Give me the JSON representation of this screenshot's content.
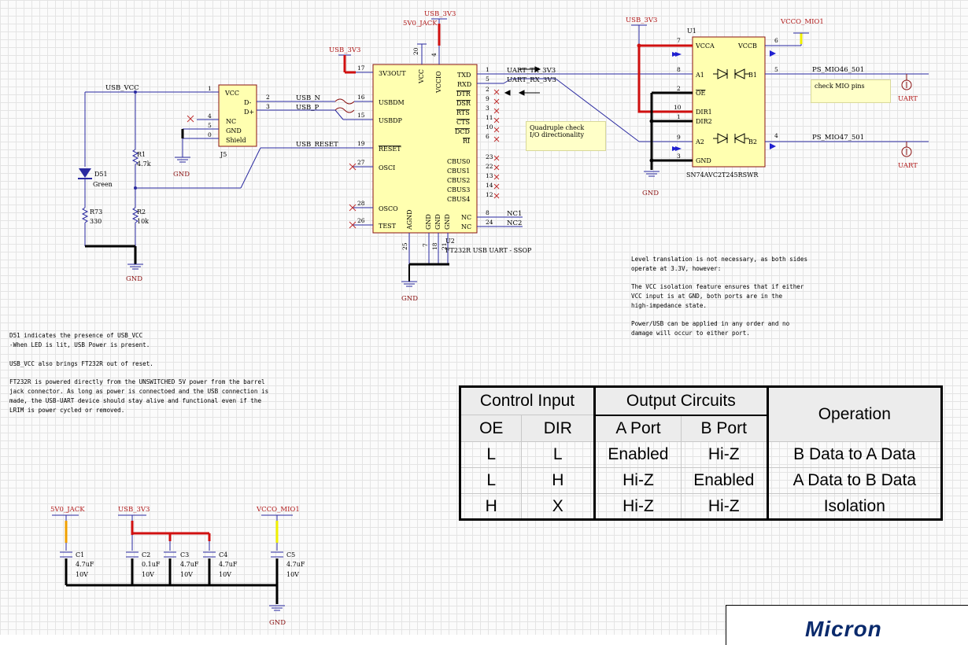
{
  "nets": {
    "usb_3v3": "USB_3V3",
    "v5_jack": "5V0_JACK",
    "usb_vcc": "USB_VCC",
    "vcco_mio1": "VCCO_MIO1",
    "usb_n": "USB_N",
    "usb_p": "USB_P",
    "usb_reset": "USB_RESET",
    "uart_tx": "UART_TX_3V3",
    "uart_rx": "UART_RX_3V3",
    "ps_mio46": "PS_MIO46_501",
    "ps_mio47": "PS_MIO47_501",
    "nc1": "NC1",
    "nc2": "NC2",
    "gnd": "GND",
    "uart_port": "UART"
  },
  "j5": {
    "ref": "J5",
    "pins": [
      "VCC",
      "D-",
      "D+",
      "NC",
      "GND",
      "Shield"
    ],
    "pin_numbers": [
      "1",
      "2",
      "3",
      "4",
      "5",
      "0"
    ]
  },
  "u2": {
    "ref": "U2",
    "desc": "FT232R USB UART - SSOP",
    "left_pins": [
      "3V3OUT",
      "USBDM",
      "USBDP",
      "RESET",
      "OSCI",
      "OSCO",
      "TEST"
    ],
    "left_nums": [
      "17",
      "16",
      "15",
      "19",
      "27",
      "28",
      "26"
    ],
    "top_pins": [
      "VCC",
      "VCCIO"
    ],
    "top_nums": [
      "20",
      "4"
    ],
    "right_pins": [
      "TXD",
      "RXD",
      "RTS",
      "CTS",
      "DTR",
      "DSR",
      "DCD",
      "RI",
      "CBUS0",
      "CBUS1",
      "CBUS2",
      "CBUS3",
      "CBUS4",
      "NC",
      "NC"
    ],
    "right_nums": [
      "1",
      "5",
      "3",
      "11",
      "2",
      "9",
      "10",
      "6",
      "23",
      "22",
      "13",
      "14",
      "12",
      "8",
      "24"
    ],
    "bottom_pins": [
      "AGND",
      "GND",
      "GND",
      "GND"
    ],
    "bottom_nums": [
      "25",
      "7",
      "18",
      "21"
    ]
  },
  "u1": {
    "ref": "U1",
    "part": "SN74AVC2T245RSWR",
    "left_pins": [
      "VCCA",
      "A1",
      "OE",
      "DIR1",
      "DIR2",
      "A2",
      "GND"
    ],
    "left_nums": [
      "7",
      "8",
      "2",
      "10",
      "1",
      "9",
      "3"
    ],
    "right_pins": [
      "VCCB",
      "B1",
      "B2"
    ],
    "right_nums": [
      "6",
      "5",
      "4"
    ]
  },
  "passives": {
    "d51": {
      "ref": "D51",
      "value": "Green"
    },
    "r1": {
      "ref": "R1",
      "value": "4.7k"
    },
    "r2": {
      "ref": "R2",
      "value": "10k"
    },
    "r73": {
      "ref": "R73",
      "value": "330"
    },
    "caps": [
      {
        "ref": "C1",
        "value": "4.7uF",
        "voltage": "10V"
      },
      {
        "ref": "C2",
        "value": "0.1uF",
        "voltage": "10V"
      },
      {
        "ref": "C3",
        "value": "4.7uF",
        "voltage": "10V"
      },
      {
        "ref": "C4",
        "value": "4.7uF",
        "voltage": "10V"
      },
      {
        "ref": "C5",
        "value": "4.7uF",
        "voltage": "10V"
      }
    ]
  },
  "notes": {
    "quad_check": [
      "Quadruple check",
      "I/O directionality"
    ],
    "mio_check": "check MIO pins",
    "level_translation": [
      "Level translation is not necessary, as both sides",
      "operate at 3.3V, however:",
      "",
      "The VCC isolation feature ensures that if either",
      "VCC input is at GND, both ports are in the",
      "high-impedance state.",
      "",
      "Power/USB can be applied in any order and no",
      "damage will occur to either port."
    ],
    "d51_note": [
      "D51 indicates the presence of USB_VCC",
      "-When LED is lit, USB Power is present.",
      "",
      "USB_VCC also brings FT232R out of reset.",
      "",
      "FT232R is powered directly from the UNSWITCHED 5V power from the barrel",
      "jack connector.  As long as power is connectoed and the USB connection is",
      "made, the USB-UART device should stay alive and functional even if the",
      "LRIM is power cycled or removed."
    ]
  },
  "truth_table": {
    "group_control": "Control Input",
    "group_output": "Output Circuits",
    "group_operation": "Operation",
    "col_oe": "OE",
    "col_dir": "DIR",
    "col_a": "A Port",
    "col_b": "B Port",
    "rows": [
      {
        "oe": "L",
        "dir": "L",
        "a": "Enabled",
        "b": "Hi-Z",
        "op": "B Data to A Data"
      },
      {
        "oe": "L",
        "dir": "H",
        "a": "Hi-Z",
        "b": "Enabled",
        "op": "A Data to B Data"
      },
      {
        "oe": "H",
        "dir": "X",
        "a": "Hi-Z",
        "b": "Hi-Z",
        "op": "Isolation"
      }
    ]
  },
  "logo": "Micron",
  "colors": {
    "wire": "#2a2aa0",
    "power_red": "#d01010",
    "ic_fill": "#ffffb0",
    "ic_border": "#8a1010",
    "yellow_wire": "#f0f000"
  }
}
